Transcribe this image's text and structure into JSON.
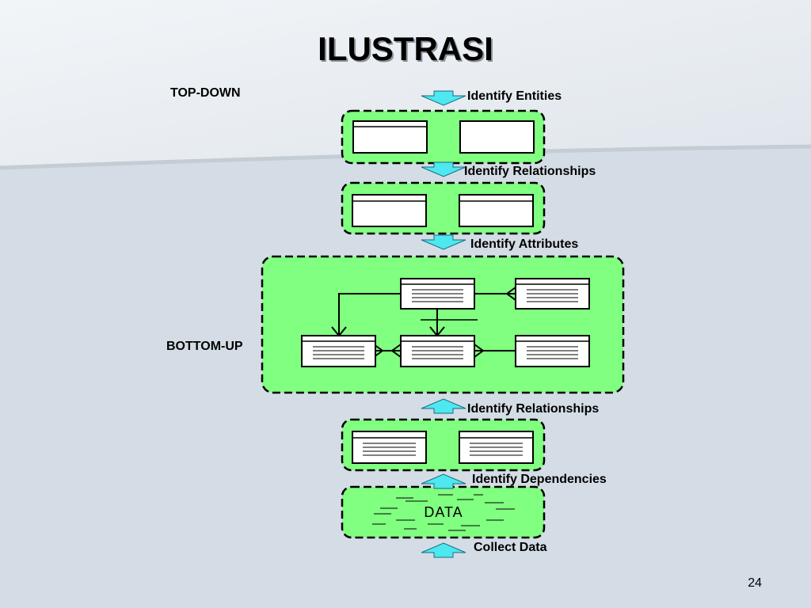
{
  "slide": {
    "title": "ILUSTRASI",
    "page_number": "24",
    "colors": {
      "background": "#d4dde6",
      "panel_fill": "#80ff80",
      "arrow_fill": "#4de8f0"
    }
  },
  "labels": {
    "top_down": "TOP-DOWN",
    "bottom_up": "BOTTOM-UP",
    "identify_entities": "Identify Entities",
    "identify_relationships_top": "Identify Relationships",
    "identify_attributes": "Identify Attributes",
    "identify_relationships_bottom": "Identify Relationships",
    "identify_dependencies": "Identify Dependencies",
    "collect_data": "Collect Data",
    "data": "DATA"
  },
  "icons": {
    "down_arrow": "down-arrow-icon",
    "up_arrow": "up-arrow-icon"
  }
}
